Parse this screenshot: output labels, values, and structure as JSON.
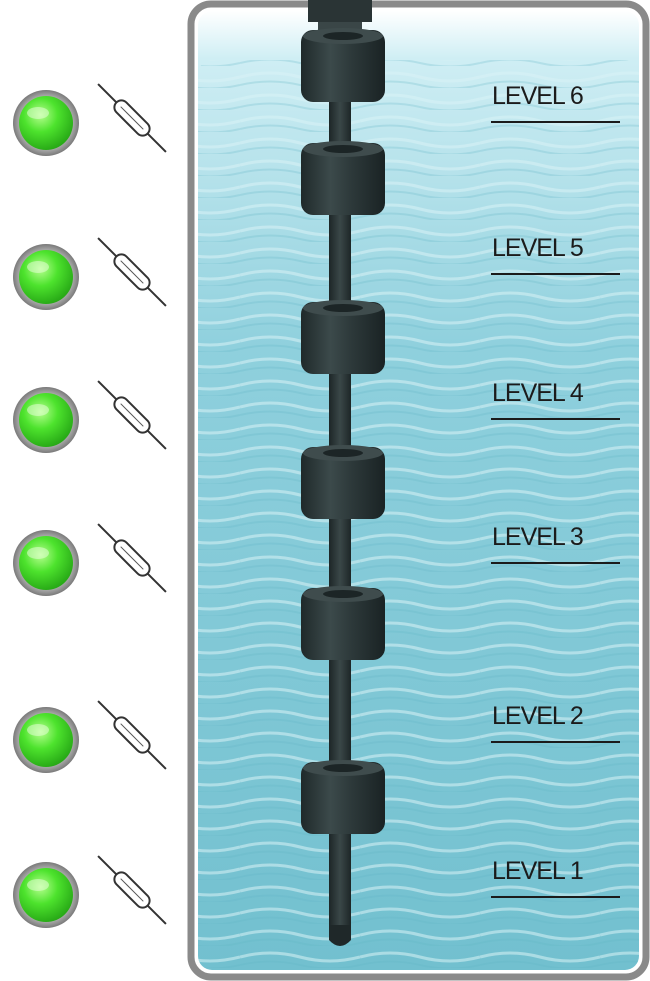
{
  "tank": {
    "liquid_color": "#7fc8d6",
    "liquid_light_color": "#c9ecf3",
    "frame_color": "#8a8a8a"
  },
  "indicators": {
    "lamp_color": "#3fdc2a",
    "lamp_rim_color": "#8c8c8c",
    "count": 6
  },
  "float_switch": {
    "body_color": "#2e3a3b",
    "float_count": 6
  },
  "levels": [
    {
      "label": "LEVEL 6"
    },
    {
      "label": "LEVEL 5"
    },
    {
      "label": "LEVEL 4"
    },
    {
      "label": "LEVEL 3"
    },
    {
      "label": "LEVEL 2"
    },
    {
      "label": "LEVEL 1"
    }
  ]
}
